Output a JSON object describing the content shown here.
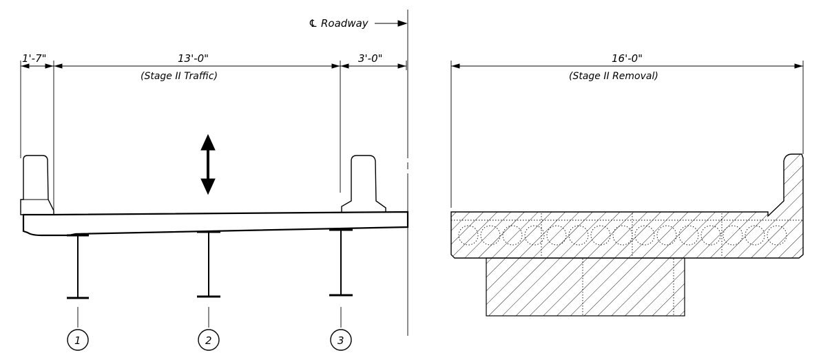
{
  "centerline": {
    "symbol": "℄",
    "label": "Roadway"
  },
  "left_section": {
    "dimensions": [
      {
        "value": "1'-7\""
      },
      {
        "value": "13'-0\"",
        "note": "(Stage II Traffic)"
      },
      {
        "value": "3'-0\""
      }
    ],
    "girders": [
      "1",
      "2",
      "3"
    ]
  },
  "right_section": {
    "dimension": {
      "value": "16'-0\"",
      "note": "(Stage II Removal)"
    }
  }
}
